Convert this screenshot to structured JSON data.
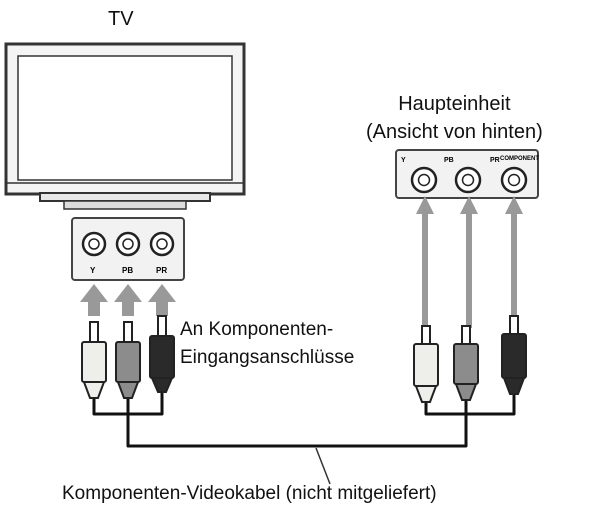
{
  "labels": {
    "tv": "TV",
    "main_unit_line1": "Haupteinheit",
    "main_unit_line2": "(Ansicht von hinten)",
    "connect_note_line1": "An Komponenten-",
    "connect_note_line2": "Eingangsanschlüsse",
    "cable_caption": "Komponenten-Videokabel (nicht mitgeliefert)"
  },
  "tv_jacks": [
    "Y",
    "PB",
    "PR"
  ],
  "unit_panel": {
    "title": "COMPONENT",
    "jacks": [
      "Y",
      "PB",
      "PR"
    ]
  },
  "plug_colors": {
    "Y": "#eeeeea",
    "PB": "#8c8c8c",
    "PR": "#2a2a2a"
  }
}
